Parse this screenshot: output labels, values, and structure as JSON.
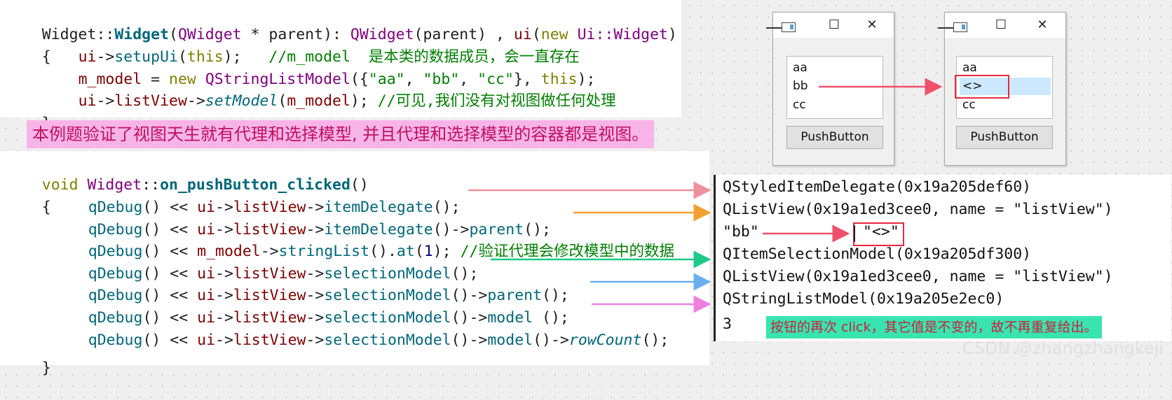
{
  "code_top": {
    "line1_a": "Widget::",
    "line1_b": "Widget",
    "line1_c": "(",
    "line1_d": "QWidget",
    "line1_e": " * parent): ",
    "line1_f": "QWidget",
    "line1_g": "(parent) , ",
    "line1_h": "ui",
    "line1_i": "(",
    "line1_j": "new",
    "line1_k": " ",
    "line1_l": "Ui::Widget",
    "line1_m": ")",
    "line2_a": "{   ",
    "line2_b": "ui",
    "line2_c": "->",
    "line2_d": "setupUi",
    "line2_e": "(",
    "line2_f": "this",
    "line2_g": ");   ",
    "line2_h": "//m_model  是本类的数据成员，会一直存在",
    "line3_a": "    ",
    "line3_b": "m_model",
    "line3_c": " = ",
    "line3_d": "new",
    "line3_e": " ",
    "line3_f": "QStringListModel",
    "line3_g": "({",
    "line3_h": "\"aa\"",
    "line3_i": ", ",
    "line3_j": "\"bb\"",
    "line3_k": ", ",
    "line3_l": "\"cc\"",
    "line3_m": "}, ",
    "line3_n": "this",
    "line3_o": ");",
    "line4_a": "    ",
    "line4_b": "ui",
    "line4_c": "->",
    "line4_d": "listView",
    "line4_e": "->",
    "line4_f": "setModel",
    "line4_g": "(",
    "line4_h": "m_model",
    "line4_i": "); ",
    "line4_j": "//可见,我们没有对视图做任何处理",
    "line5": "}"
  },
  "note_pink": "本例题验证了视图天生就有代理和选择模型, 并且代理和选择模型的容器都是视图。",
  "code_bottom": {
    "sig_a": "void",
    "sig_b": " ",
    "sig_c": "Widget",
    "sig_d": "::",
    "sig_e": "on_pushButton_clicked",
    "sig_f": "()",
    "brace_open": "{",
    "brace_close": "}",
    "qdebug": "qDebug",
    "paren": "()",
    "shift": " << ",
    "ui": "ui",
    "arrow": "->",
    "listView": "listView",
    "itemDelegate": "itemDelegate",
    "selectionModel": "selectionModel",
    "parent": "parent",
    "model": "model",
    "rowCount": "rowCount",
    "m_model": "m_model",
    "stringList": "stringList",
    "at": "at",
    "one": "1",
    "end_call": "();",
    "call_arrow": "()->",
    "call_open": "().",
    "lparen": "(",
    "rparen_semi": "); ",
    "model_space": "model ",
    "comment3": "//验证代理会修改模型中的数据"
  },
  "output": {
    "line1": "QStyledItemDelegate(0x19a205def60)",
    "line2": "QListView(0x19a1ed3cee0, name = \"listView\")",
    "line3_left": "\"bb\"",
    "line3_right": "\"<>\"",
    "line4": "QItemSelectionModel(0x19a205df300)",
    "line5": "QListView(0x19a1ed3cee0, name = \"listView\")",
    "line6": "QStringListModel(0x19a205e2ec0)",
    "line7": "3",
    "green_note": "按钮的再次 click，其它值是不变的，故不再重复给出。"
  },
  "window_before": {
    "minimize": "☐",
    "maximize": "☐",
    "close": "✕",
    "items": [
      "aa",
      "bb",
      "cc"
    ],
    "button": "PushButton"
  },
  "window_after": {
    "items": [
      "aa",
      "<>",
      "cc"
    ],
    "button": "PushButton"
  },
  "watermark": "CSDN @zhangzhangkeji",
  "colors": {
    "arrow_pink_red": "#f06080",
    "arrow_orange": "#f7a032",
    "arrow_green": "#20c98a",
    "arrow_blue": "#6ab0f0",
    "arrow_magenta": "#f080e0"
  }
}
